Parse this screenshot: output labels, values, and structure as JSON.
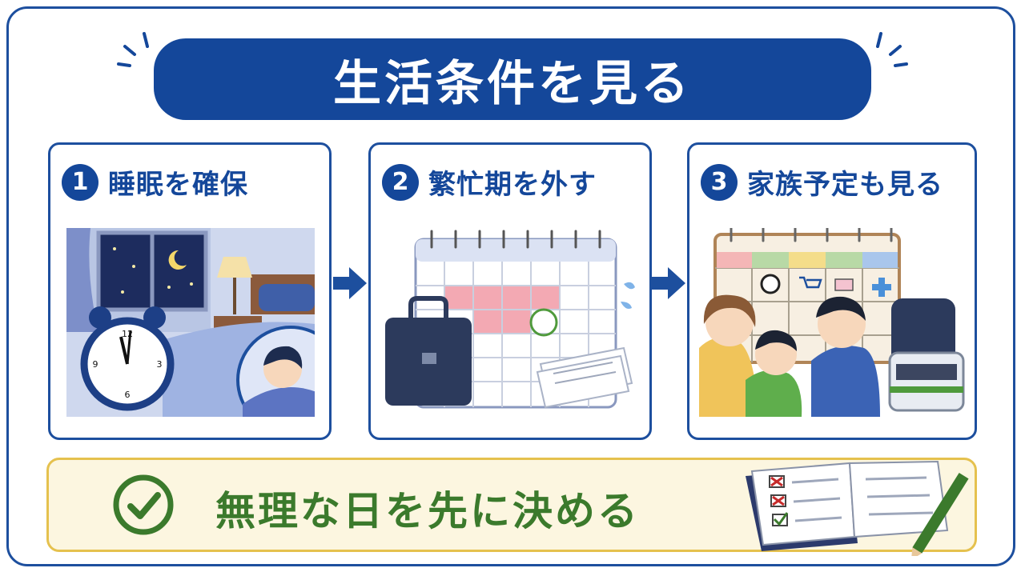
{
  "title": "生活条件を見る",
  "cards": [
    {
      "number": "1",
      "title": "睡眠を確保",
      "illustration": "bedroom-night-alarm-clock"
    },
    {
      "number": "2",
      "title": "繁忙期を外す",
      "illustration": "calendar-briefcase-papers"
    },
    {
      "number": "3",
      "title": "家族予定も見る",
      "illustration": "family-calendar-train"
    }
  ],
  "bottom": {
    "text": "無理な日を先に決める",
    "icon": "check-circle-icon"
  },
  "colors": {
    "primary": "#14479a",
    "accent_green": "#3b7a2c",
    "bottom_bg": "#fcf6e0",
    "bottom_border": "#e5c14e"
  }
}
